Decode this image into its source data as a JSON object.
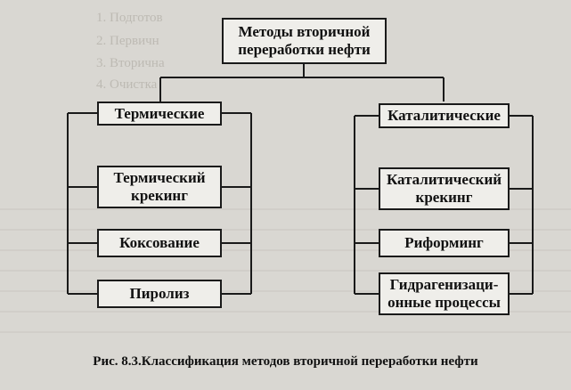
{
  "root": {
    "label": "Методы вторичной\nпереработки нефти"
  },
  "left": {
    "header": "Термические",
    "items": [
      "Термический\nкрекинг",
      "Коксование",
      "Пиролиз"
    ]
  },
  "right": {
    "header": "Каталитические",
    "items": [
      "Каталитический\nкрекинг",
      "Риформинг",
      "Гидрагенизаци-\nонные процессы"
    ]
  },
  "caption": "Рис. 8.3.Классификация методов вторичной переработки нефти",
  "background_text": [
    "1. Подготов",
    "2. Первичн",
    "3. Вторична",
    "4. Очистка"
  ]
}
